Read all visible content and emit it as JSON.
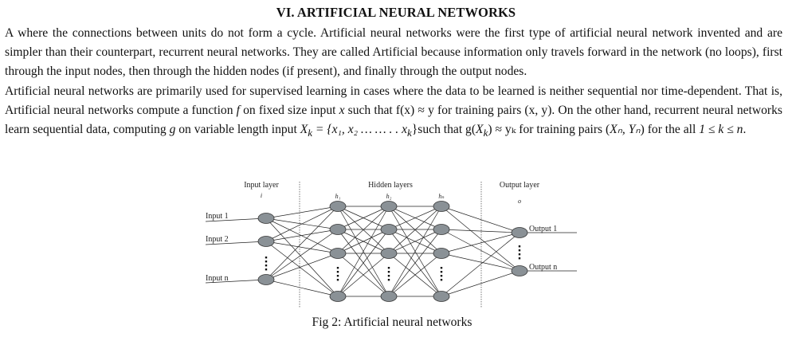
{
  "section": {
    "heading": "VI.   ARTIFICIAL NEURAL NETWORKS"
  },
  "paragraphs": {
    "p1": "A where the connections between units do not form a cycle. Artificial neural networks were the first type of artificial neural network invented and are simpler than their counterpart, recurrent neural networks. They are called Artificial because information only travels forward in the network (no loops), first through the input nodes, then through the hidden nodes (if present), and finally through the output nodes.",
    "p2_a": "Artificial neural networks are primarily used for supervised learning in cases where the data to be learned is neither sequential nor time-dependent. That is, Artificial neural networks compute a function ",
    "p2_f": "f",
    "p2_b": " on fixed size input ",
    "p2_x": "x",
    "p2_c": " such that f(x) ≈ y for training pairs (x, y). On the other hand, recurrent neural networks learn sequential data, computing ",
    "p2_g": "g",
    "p2_d": " on variable length input ",
    "p2_math1": "X",
    "p2_math1_sub": "k",
    "p2_math2": " = {x₁, x₂ … … . . x",
    "p2_math2_sub": "k",
    "p2_math3": "}",
    "p2_e": "such that g(",
    "p2_f2": ") ≈ yₖ for training pairs (",
    "p2_g2": "Xₙ, Yₙ",
    "p2_h": ") for the all ",
    "p2_i": "1 ≤ k ≤ n",
    "p2_j": "."
  },
  "figure": {
    "layer_labels": {
      "input": "Input layer",
      "hidden": "Hidden layers",
      "output": "Output layer"
    },
    "layer_symbols": {
      "input": "i",
      "h1": "h₁",
      "h2": "h₂",
      "hn": "hₙ",
      "output": "o"
    },
    "input_labels": [
      "Input 1",
      "Input 2",
      "Input n"
    ],
    "output_labels": [
      "Output 1",
      "Output n"
    ],
    "node_color": "#8a9196",
    "caption": "Fig 2: Artificial neural networks"
  }
}
